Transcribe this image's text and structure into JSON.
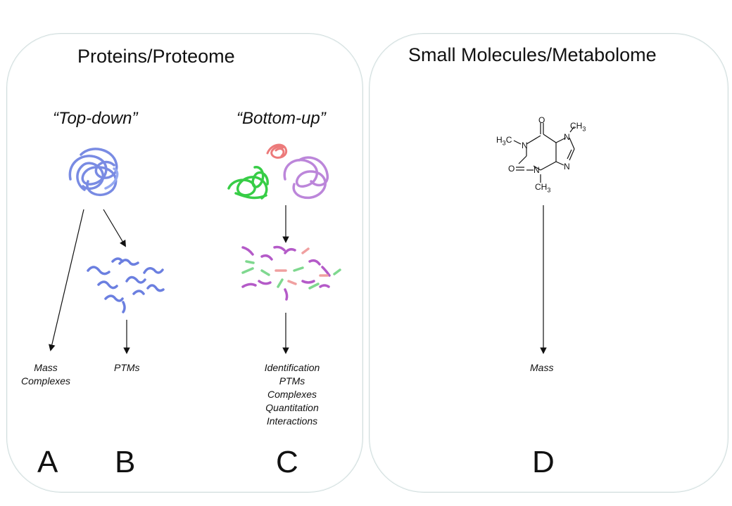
{
  "panels": {
    "proteins": {
      "title": "Proteins/Proteome",
      "approaches": {
        "top_down": "“Top-down”",
        "bottom_up": "“Bottom-up”"
      }
    },
    "metabolome": {
      "title": "Small Molecules/Metabolome"
    }
  },
  "outcomes": {
    "a": [
      "Mass",
      "Complexes"
    ],
    "b": [
      "PTMs"
    ],
    "c": [
      "Identification",
      "PTMs",
      "Complexes",
      "Quantitation",
      "Interactions"
    ],
    "d": [
      "Mass"
    ]
  },
  "letters": {
    "a": "A",
    "b": "B",
    "c": "C",
    "d": "D"
  },
  "molecule": {
    "atoms": {
      "ch3_left": "H3C",
      "n_left": "N",
      "ch3_top": "CH3",
      "n_top": "N",
      "n_right": "N",
      "o_top": "O",
      "o_left": "O",
      "n_bottom": "N",
      "ch3_bottom": "CH3"
    }
  },
  "colors": {
    "panel_border": "#cfdcdc",
    "protein_blue": "#6b7fe0",
    "protein_green": "#22c832",
    "protein_purple": "#b57ad6",
    "protein_red": "#e85a5a",
    "peptide_magenta": "#b45ac8",
    "peptide_green": "#7fd88f",
    "peptide_pink": "#f0a0a0",
    "arrow": "#111111"
  }
}
